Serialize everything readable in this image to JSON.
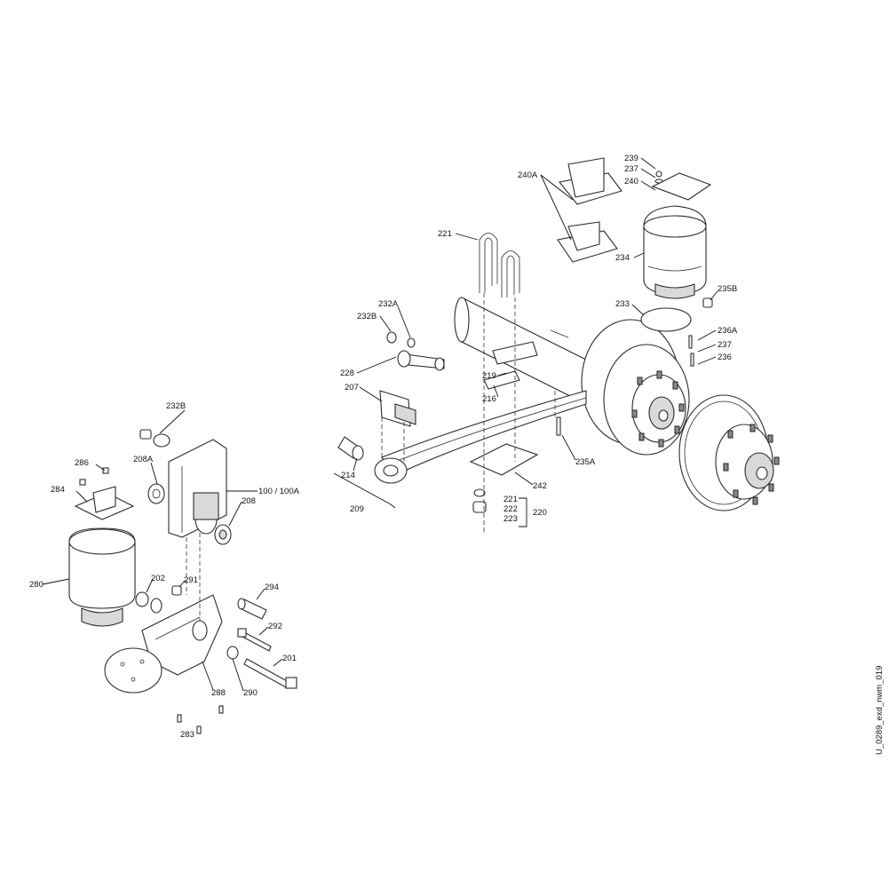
{
  "drawing_id": "U_0289_exd_nwm_019",
  "callouts": {
    "c239": "239",
    "c237a": "237",
    "c240": "240",
    "c240A": "240A",
    "c221a": "221",
    "c234": "234",
    "c235B": "235B",
    "c233": "233",
    "c236A": "236A",
    "c237b": "237",
    "c236": "236",
    "c232A": "232A",
    "c232B_top": "232B",
    "c228": "228",
    "c207": "207",
    "c219": "219",
    "c216": "216",
    "c235A": "235A",
    "c214": "214",
    "c209": "209",
    "c242": "242",
    "c221b": "221",
    "c222": "222",
    "c223": "223",
    "c220": "220",
    "c232B_left": "232B",
    "c286": "286",
    "c208A": "208A",
    "c284": "284",
    "c100": "100 / 100A",
    "c208": "208",
    "c280": "280",
    "c202": "202",
    "c291": "291",
    "c294": "294",
    "c292": "292",
    "c201": "201",
    "c288": "288",
    "c290": "290",
    "c283": "283"
  }
}
